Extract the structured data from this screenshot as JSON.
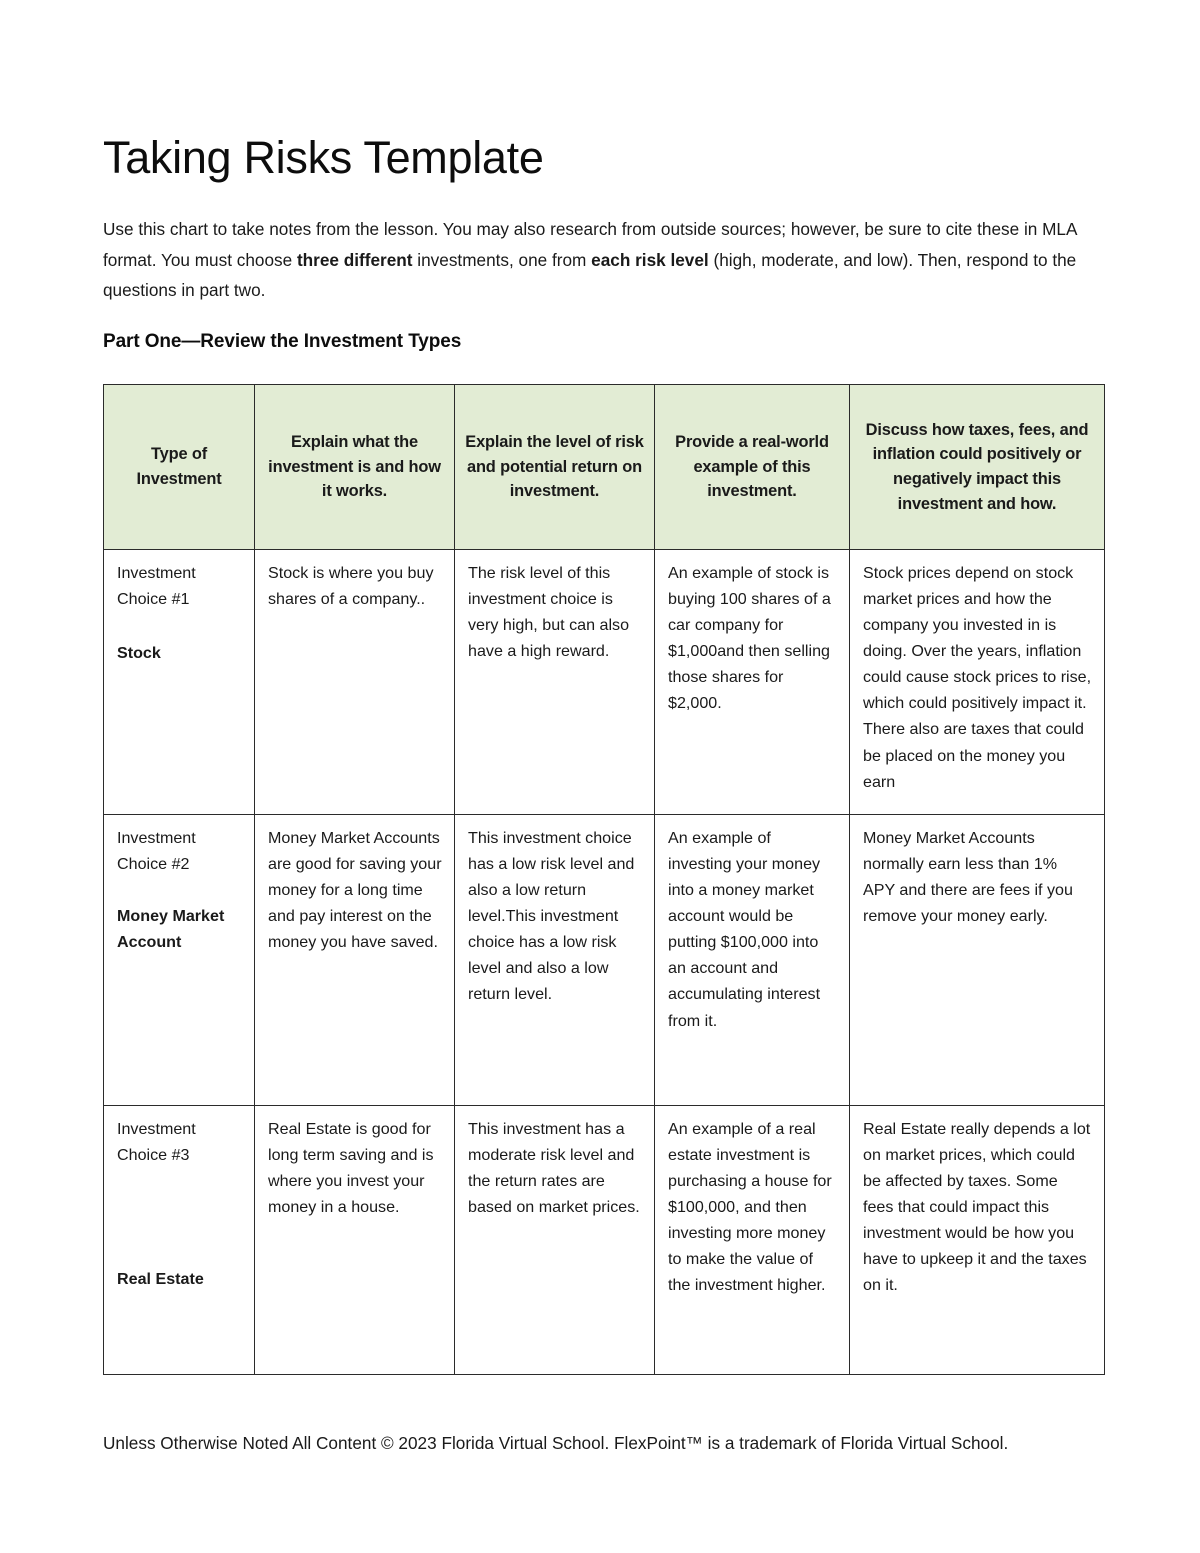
{
  "document": {
    "title": "Taking Risks Template",
    "intro_parts": [
      {
        "text": "Use this chart to take notes from the lesson. You may also research from outside sources; however, be sure to cite these in MLA format. You must choose ",
        "bold": false
      },
      {
        "text": "three different",
        "bold": true
      },
      {
        "text": " investments, one from ",
        "bold": false
      },
      {
        "text": "each risk level",
        "bold": true
      },
      {
        "text": " (high, moderate, and low). Then, respond to the questions in part two.",
        "bold": false
      }
    ],
    "part_heading": "Part One—Review the Investment Types",
    "footer": "Unless Otherwise Noted All Content © 2023 Florida Virtual School. FlexPoint™ is a trademark of Florida Virtual School."
  },
  "table": {
    "header_background": "#e2ecd4",
    "border_color": "#2b2b2b",
    "columns": [
      "Type of Investment",
      "Explain what the investment is and how it works.",
      "Explain the level of risk and potential return on investment.",
      "Provide a real-world example of this investment.",
      "Discuss how taxes, fees, and inflation could positively or negatively impact this investment and how."
    ],
    "rows": [
      {
        "choice_label": "Investment Choice #1",
        "investment_name": "Stock",
        "what_it_is": "Stock is where you buy shares of a company..",
        "risk_and_return": "The risk level of this investment choice is very high, but can also have a high reward.",
        "real_world_example": "An example of stock is buying 100 shares of a car company for $1,000and then selling those shares for $2,000.",
        "taxes_fees_inflation": "Stock prices depend on stock market prices and how the company you invested in is doing. Over the years, inflation could cause stock prices to rise, which could positively impact it. There also are taxes that could be placed on the money you earn"
      },
      {
        "choice_label": "Investment Choice #2",
        "investment_name": "Money Market Account",
        "what_it_is": "Money Market Accounts are good for saving your money for a long time and pay interest on the money you have saved.",
        "risk_and_return": "This investment choice has a low risk level and also a low return level.This investment choice has a low risk level and also a low return level.",
        "real_world_example": "An example of investing your money into a money market account would be putting $100,000 into an account and accumulating interest from it.",
        "taxes_fees_inflation": "Money Market Accounts normally earn less than 1% APY and there are fees if you remove your money early."
      },
      {
        "choice_label": "Investment Choice #3",
        "investment_name": "Real Estate",
        "what_it_is": "Real Estate is good for long term saving and is where you invest your money in a house.",
        "risk_and_return": "This investment has a moderate risk level and the return rates are based on market prices.",
        "real_world_example": "An example of a real estate investment is purchasing a house for $100,000, and then investing more money to make the value of the investment higher.",
        "taxes_fees_inflation": "Real Estate really depends a lot on market prices, which could be affected by taxes. Some fees that could impact this investment would be how you have to upkeep it and the taxes on it."
      }
    ]
  }
}
